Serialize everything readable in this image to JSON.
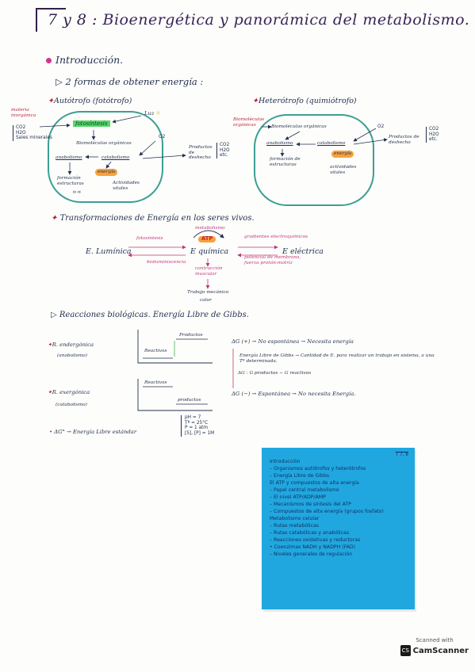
{
  "title": {
    "number": "7 y 8 :",
    "text": "Bioenergética y panorámica del metabolismo."
  },
  "intro": {
    "heading": "Introducción.",
    "subheading": "2 formas de obtener energía :",
    "autotrofo": {
      "label": "Autótrofo (fotótrofo)",
      "materia": "materia inorgánica",
      "inputs": [
        "CO2",
        "H2O",
        "Sales minerales"
      ],
      "luz": "Luz",
      "fotosintesis": "fotosíntesis",
      "biomoleculas": "Biomoléculas orgánicas",
      "anabolismo": "anabolismo",
      "catabolismo": "catabolismo",
      "o2": "O2",
      "productos": "Productos de deshecho",
      "outputs": [
        "CO2",
        "H2O",
        "etc."
      ],
      "energia": "energía",
      "formacion": "formación estructuras",
      "actividades": "Actividades vitales"
    },
    "heterotrofo": {
      "label": "Heterótrofo (quimiótrofo)",
      "materia": "Biomoléculas orgánicas",
      "biomoleculas": "Biomoléculas orgánicas",
      "anabolismo": "anabolismo",
      "catabolismo": "catabolismo",
      "o2": "O2",
      "productos": "Productos de deshecho",
      "outputs": [
        "CO2",
        "H2O",
        "etc."
      ],
      "energia": "energía",
      "formacion": "formación de estructuras",
      "actividades": "actividades vitales"
    }
  },
  "transform": {
    "heading": "Transformaciones de Energía en los seres vivos.",
    "metabolismo": "metabolismo",
    "atp": "ATP",
    "fotosintesis": "fotosíntesis",
    "gradientes": "gradientes electroquímicos",
    "e_luminica": "E. Lumínica",
    "e_quimica": "E química",
    "e_electrica": "E eléctrica",
    "bioluminiscencia": "bioluminiscencia",
    "potencial": "potencial de membrana, fuerza protón-motriz",
    "contraccion": "contracción muscular",
    "trabajo": "Trabajo mecánico",
    "calor": "calor"
  },
  "gibbs": {
    "heading": "Reacciones biológicas. Energía Libre de Gibbs.",
    "endergonica": "R. endergónica",
    "endergonica_sub": "(anabolismo)",
    "exergonica": "R. exergónica",
    "exergonica_sub": "(catabolismo)",
    "productos": "Productos",
    "reactivos": "Reactivos",
    "reactivos2": "Reactivos",
    "productos2": "productos",
    "dg_pos": "ΔG (+) → No espontánea → Necesita energía",
    "dg_def": "Energía Libre de Gibbs → Cantidad de E. para realizar un trabajo en sistema, a una Tª determinada.",
    "dg_formula": "ΔG : G productos − G reactivos",
    "dg_neg": "ΔG (−) → Espontánea → No necesita Energía.",
    "standard": "ΔG° → Energía Libre estándar",
    "conditions": [
      "pH = 7",
      "Tª = 25°C",
      "P = 1 atm",
      "[S], [P] = 1M"
    ]
  },
  "note": {
    "tag": "T 7, 8",
    "lines": [
      "Introducción",
      "– Organismos autótrofos y heterótrofos",
      "– Energía Libre de Gibbs",
      "El ATP y compuestos de alta energía",
      "– Papel central metabolismo",
      "– El nivel ATP/ADP/AMP",
      "– Mecanismos de síntesis del ATP",
      "– Compuestos de alta energía (grupos fosfato)",
      "Metabolismo celular",
      "– Rutas metabólicas",
      "– Rutas catabólicas y anabólicas",
      "– Reacciones oxidativas y reductoras",
      "  • Coenzimas NADH y NADPH (FAD)",
      "– Niveles generales de regulación"
    ]
  },
  "scanner": {
    "line1": "Scanned with",
    "line2": "CamScanner"
  },
  "colors": {
    "teal": "#3c9f93",
    "pink": "#c0357a",
    "note": "#21a7e0",
    "ink": "#23314f"
  }
}
